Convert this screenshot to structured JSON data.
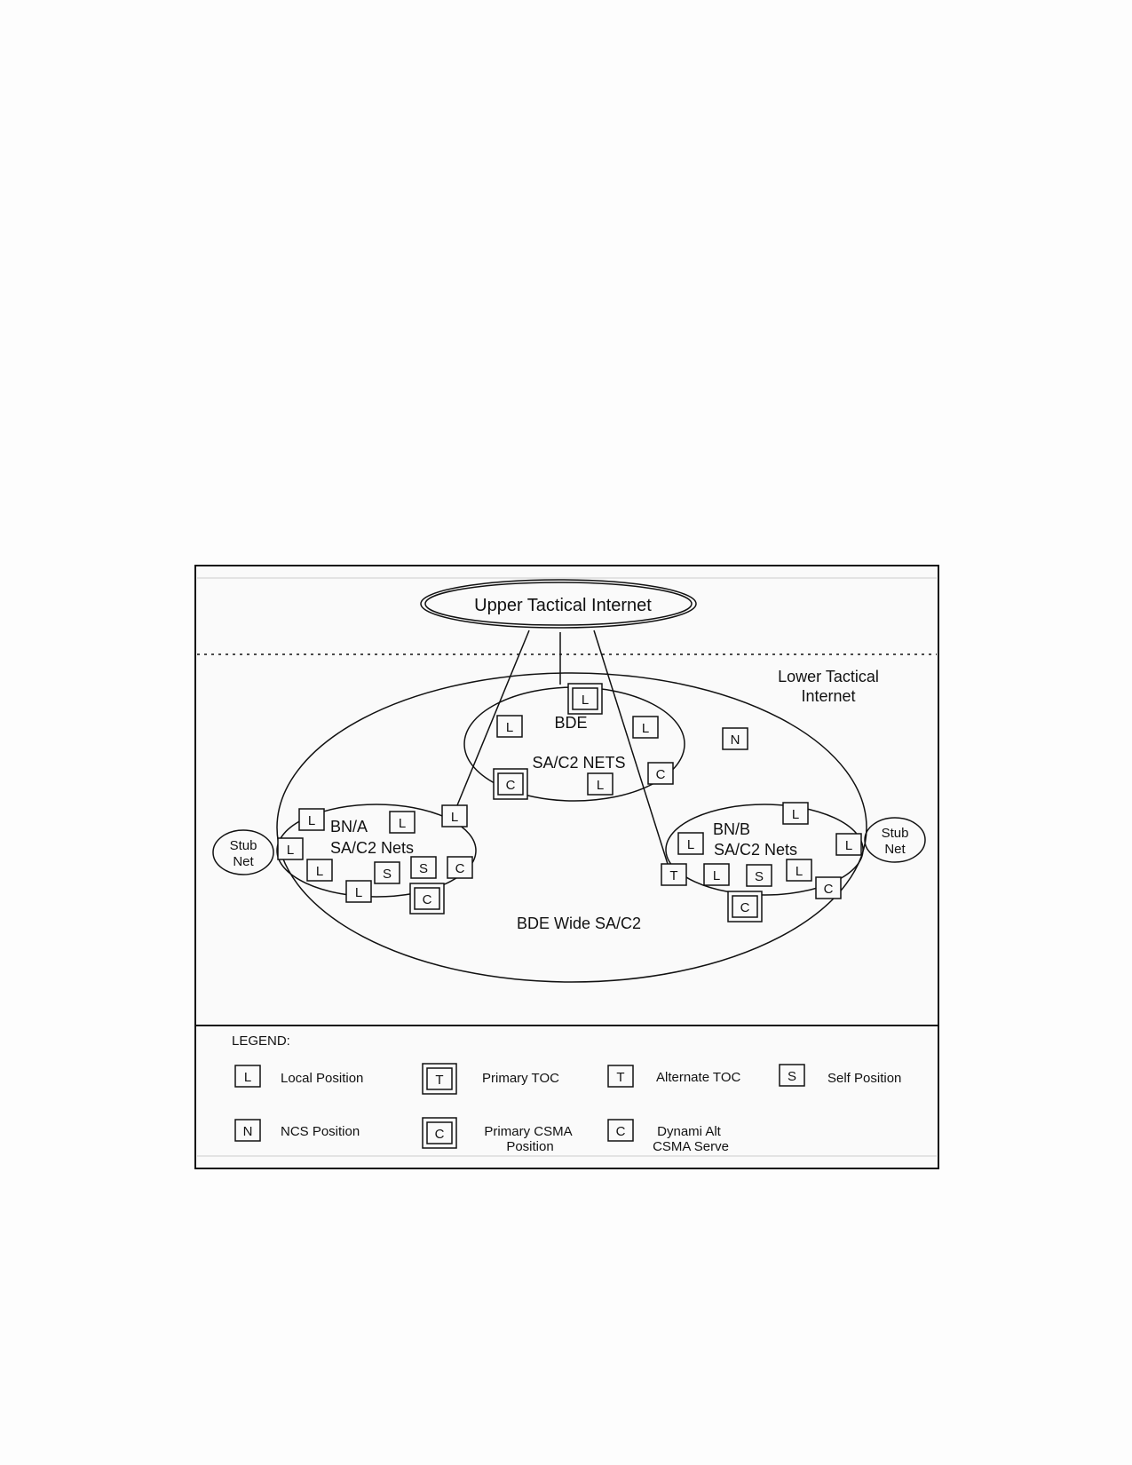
{
  "top": {
    "title": "Upper Tactical Internet"
  },
  "lower": {
    "title_line1": "Lower Tactical",
    "title_line2": "Internet"
  },
  "bde_net": {
    "line1": "BDE",
    "line2": "SA/C2 NETS"
  },
  "bn_a": {
    "line1": "BN/A",
    "line2": "SA/C2 Nets"
  },
  "bn_b": {
    "line1": "BN/B",
    "line2": "SA/C2 Nets"
  },
  "wide": {
    "label": "BDE Wide SA/C2"
  },
  "stub_left": {
    "line1": "Stub",
    "line2": "Net"
  },
  "stub_right": {
    "line1": "Stub",
    "line2": "Net"
  },
  "nodes": {
    "bde_top": "L",
    "bde_l1": "L",
    "bde_l2": "L",
    "bde_c_primary": "C",
    "bde_l3": "L",
    "bde_c": "C",
    "ncs": "N",
    "a_l1": "L",
    "a_l2": "L",
    "a_l3": "L",
    "a_l4": "L",
    "a_l5": "L",
    "a_l6": "L",
    "a_s1": "S",
    "a_s2": "S",
    "a_c": "C",
    "a_c_primary": "C",
    "b_l1": "L",
    "b_l2": "L",
    "b_l3": "L",
    "b_l4": "L",
    "b_l5": "L",
    "b_t": "T",
    "b_s": "S",
    "b_c": "C",
    "b_c_primary": "C"
  },
  "legend": {
    "title": "LEGEND:",
    "items": [
      {
        "symbol": "L",
        "label": "Local Position"
      },
      {
        "symbol": "T",
        "label": "Primary TOC"
      },
      {
        "symbol": "T",
        "label": "Alternate TOC"
      },
      {
        "symbol": "S",
        "label": "Self Position"
      },
      {
        "symbol": "N",
        "label": "NCS Position"
      },
      {
        "symbol": "C",
        "label_line1": "Primary CSMA",
        "label_line2": "Position"
      },
      {
        "symbol": "C",
        "label_line1": "Dynami Alt",
        "label_line2": "CSMA Serve"
      }
    ]
  }
}
